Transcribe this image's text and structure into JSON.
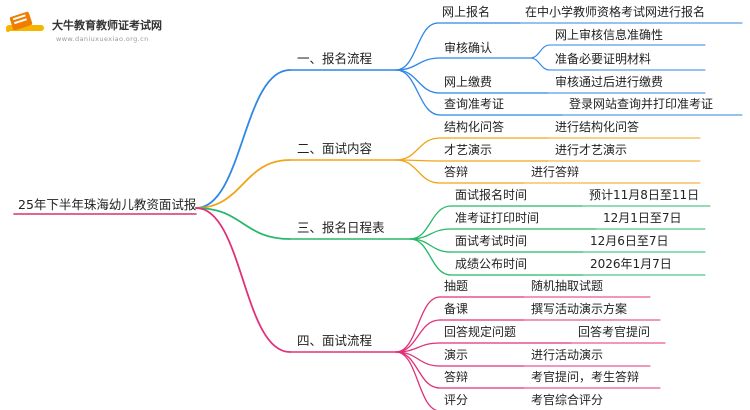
{
  "logo": {
    "title": "大牛教育教师证考试网",
    "subtitle": "www.daniuxuexiao.org.cn"
  },
  "root": "25年下半年珠海幼儿教资面试报",
  "colors": {
    "b1": "#2e86e6",
    "b2": "#f2a417",
    "b3": "#26b86a",
    "b4": "#e0307a",
    "root_line": "#d8306e"
  },
  "branches": [
    {
      "label": "一、报名流程",
      "items": [
        {
          "label": "网上报名",
          "children": [
            "在中小学教师资格考试网进行报名"
          ]
        },
        {
          "label": "审核确认",
          "children": [
            "网上审核信息准确性",
            "准备必要证明材料"
          ]
        },
        {
          "label": "网上缴费",
          "children": [
            "审核通过后进行缴费"
          ]
        },
        {
          "label": "查询准考证",
          "children": [
            "登录网站查询并打印准考证"
          ]
        }
      ]
    },
    {
      "label": "二、面试内容",
      "items": [
        {
          "label": "结构化问答",
          "children": [
            "进行结构化问答"
          ]
        },
        {
          "label": "才艺演示",
          "children": [
            "进行才艺演示"
          ]
        },
        {
          "label": "答辩",
          "children": [
            "进行答辩"
          ]
        }
      ]
    },
    {
      "label": "三、报名日程表",
      "items": [
        {
          "label": "面试报名时间",
          "children": [
            "预计11月8日至11日"
          ]
        },
        {
          "label": "准考证打印时间",
          "children": [
            "12月1日至7日"
          ]
        },
        {
          "label": "面试考试时间",
          "children": [
            "12月6日至7日"
          ]
        },
        {
          "label": "成绩公布时间",
          "children": [
            "2026年1月7日"
          ]
        }
      ]
    },
    {
      "label": "四、面试流程",
      "items": [
        {
          "label": "抽题",
          "children": [
            "随机抽取试题"
          ]
        },
        {
          "label": "备课",
          "children": [
            "撰写活动演示方案"
          ]
        },
        {
          "label": "回答规定问题",
          "children": [
            "回答考官提问"
          ]
        },
        {
          "label": "演示",
          "children": [
            "进行活动演示"
          ]
        },
        {
          "label": "答辩",
          "children": [
            "考官提问，考生答辩"
          ]
        },
        {
          "label": "评分",
          "children": [
            "考官综合评分"
          ]
        }
      ]
    }
  ]
}
